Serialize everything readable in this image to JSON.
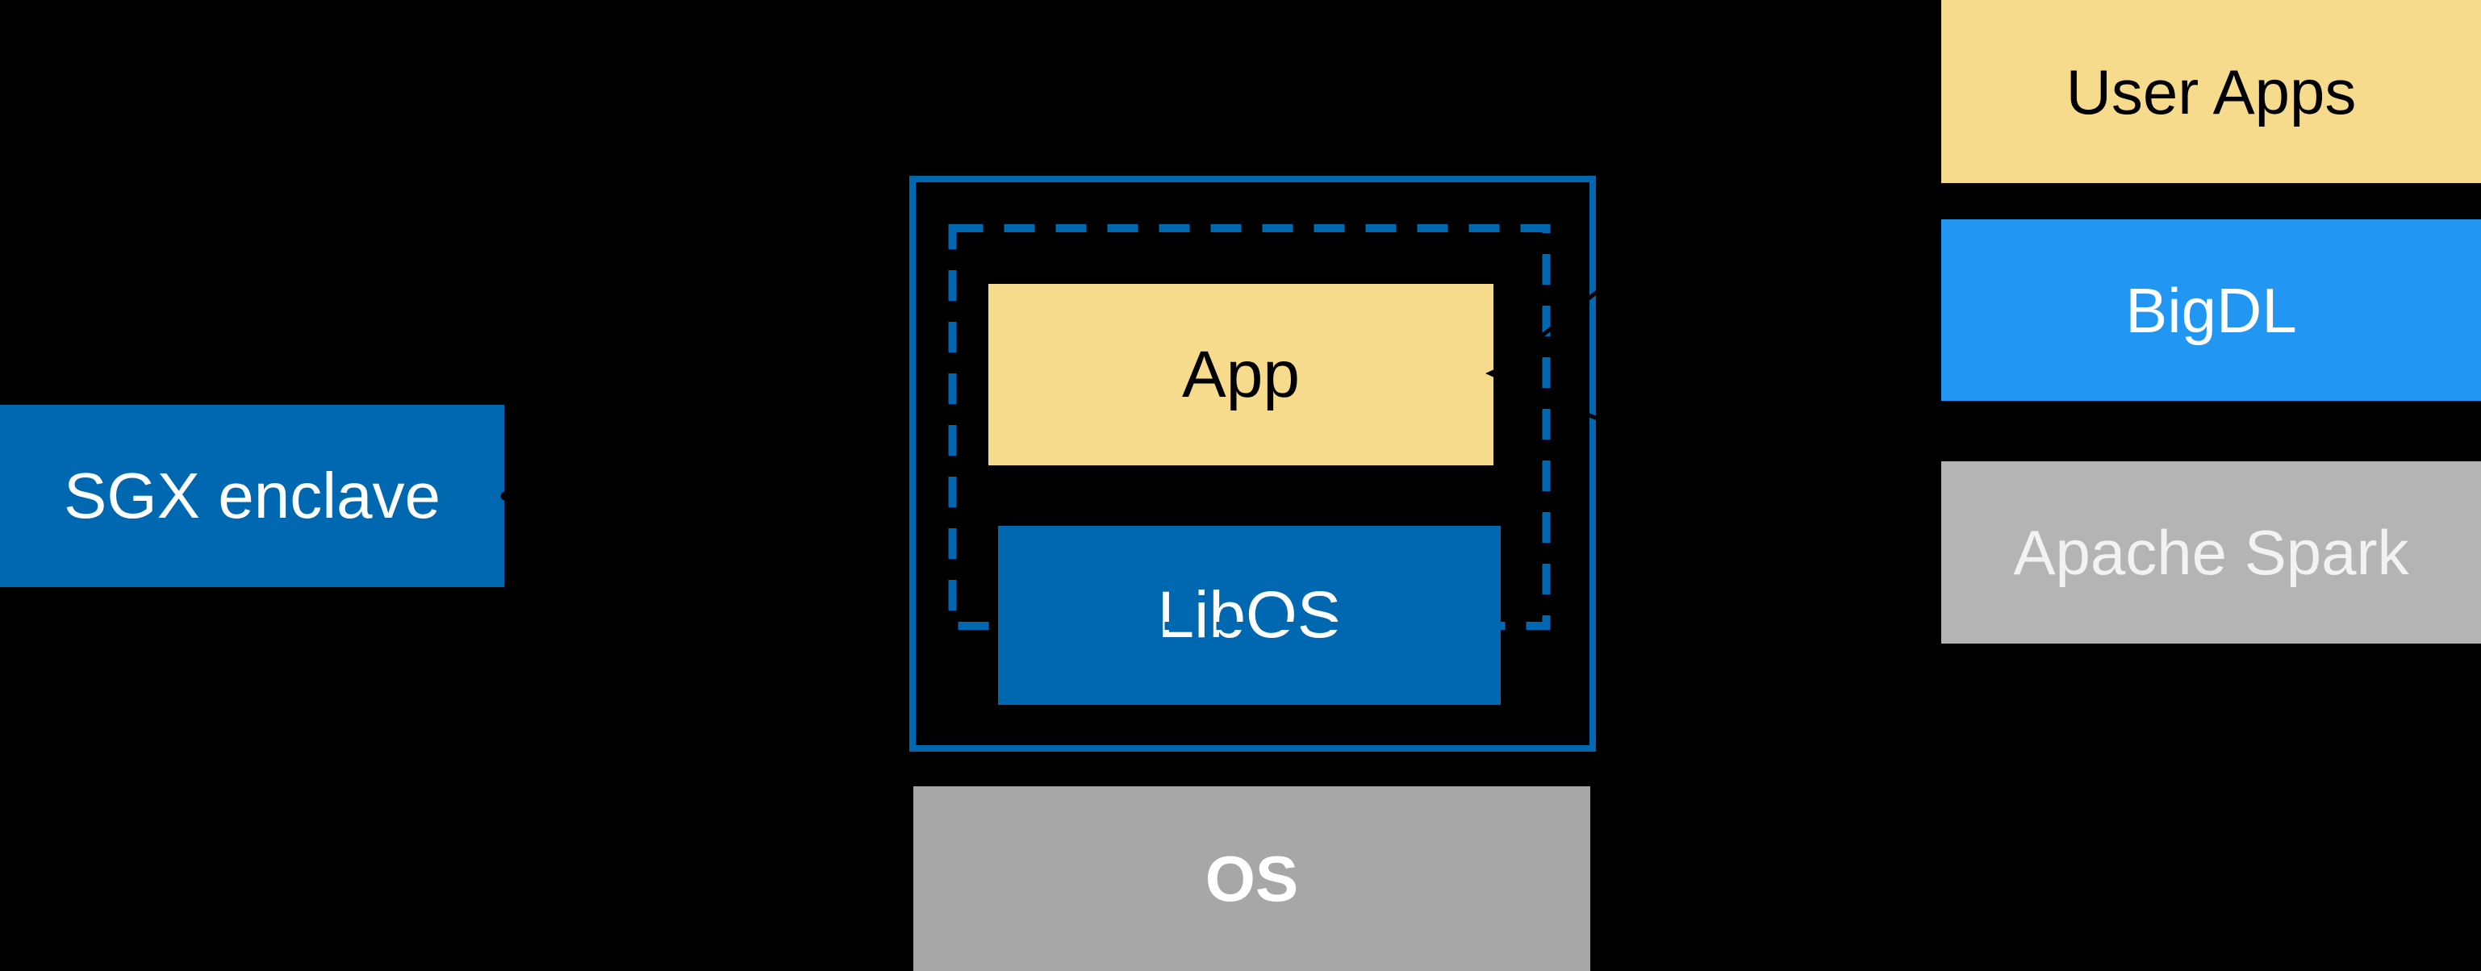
{
  "colors": {
    "background": "#000000",
    "intel_blue": "#0068b1",
    "bigdl_blue": "#2196f3",
    "soft_yellow": "#f7db8d",
    "os_gray": "#a7a7a7",
    "spark_gray": "#b4b4b4",
    "white_text": "#ffffff",
    "spark_text": "#f2f2f2",
    "black_text": "#000000",
    "connector_black": "#000000"
  },
  "sgx": {
    "label": "SGX enclave"
  },
  "enclave": {
    "app_label": "App",
    "libos_label": "LibOS"
  },
  "os": {
    "label": "OS"
  },
  "stack": {
    "items": [
      {
        "label": "User Apps"
      },
      {
        "label": "BigDL"
      },
      {
        "label": "Apache Spark"
      }
    ]
  }
}
